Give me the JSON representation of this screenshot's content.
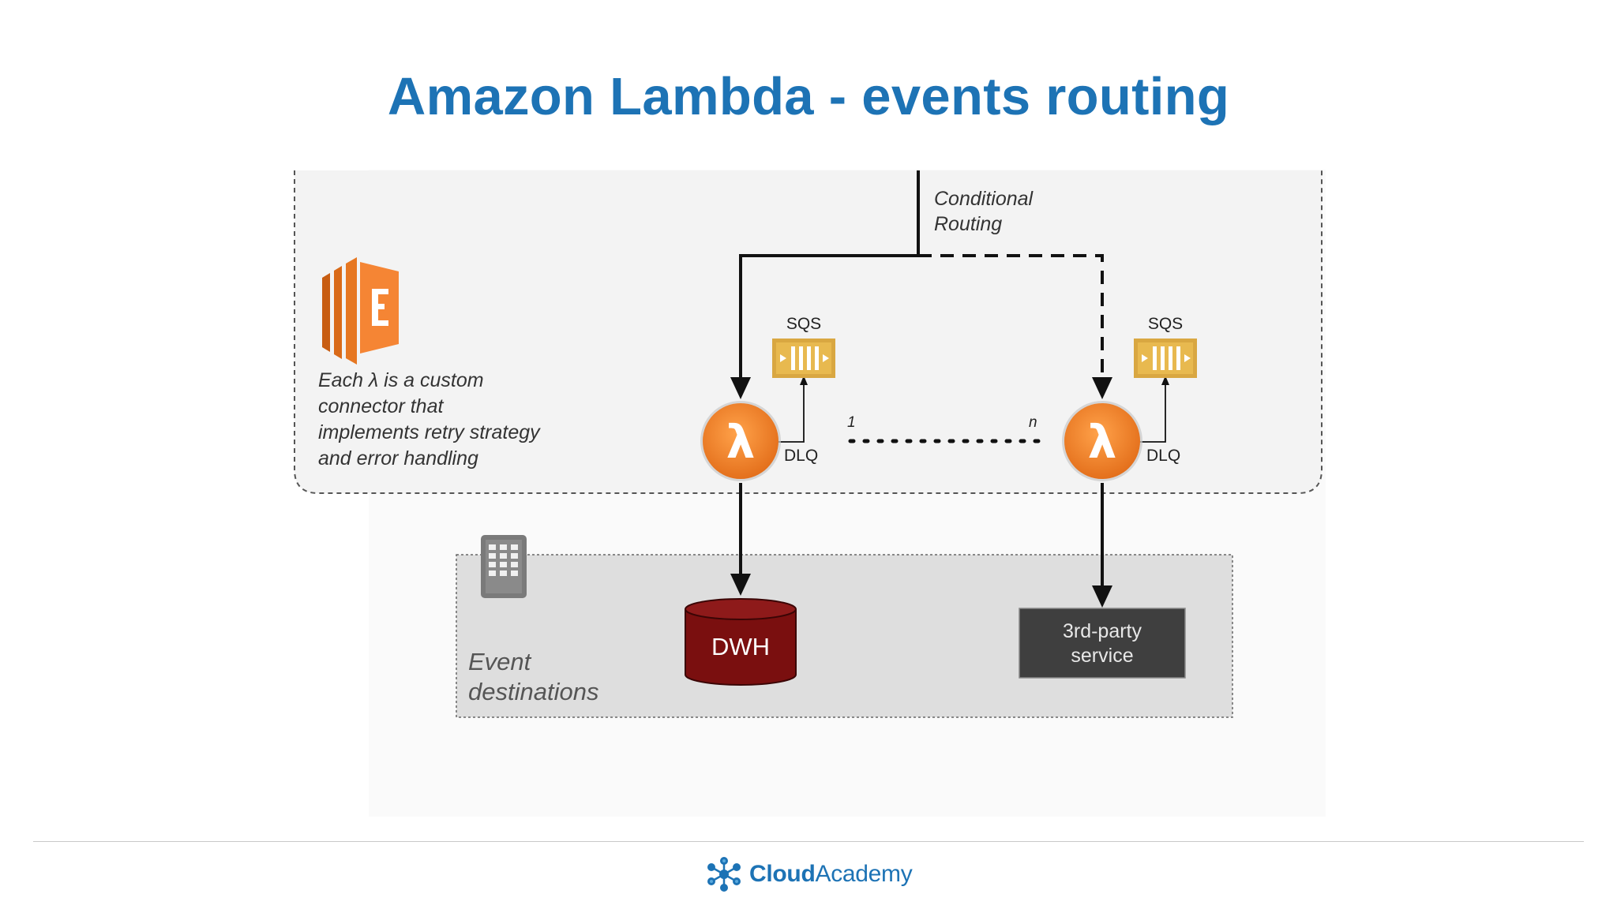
{
  "slide": {
    "title": "Amazon Lambda - events routing"
  },
  "diagram": {
    "routing_label_line1": "Conditional",
    "routing_label_line2": "Routing",
    "description_lines": [
      "Each λ is a custom",
      "connector that",
      "implements retry strategy",
      "and error handling"
    ],
    "lambda_symbol": "λ",
    "queue_label": "SQS",
    "dead_letter_label": "DLQ",
    "first_index": "1",
    "last_index": "n",
    "destinations_label_line1": "Event",
    "destinations_label_line2": "destinations",
    "warehouse_label": "DWH",
    "service_label_line1": "3rd-party",
    "service_label_line2": "service"
  },
  "footer": {
    "brand_bold": "Cloud",
    "brand_regular": "Academy"
  },
  "colors": {
    "title": "#1d73b5",
    "lambda_orange": "#f58534",
    "sqs_gold": "#d9a741",
    "dwh_red": "#7a0f0f",
    "service_dark": "#3f3f3f"
  }
}
